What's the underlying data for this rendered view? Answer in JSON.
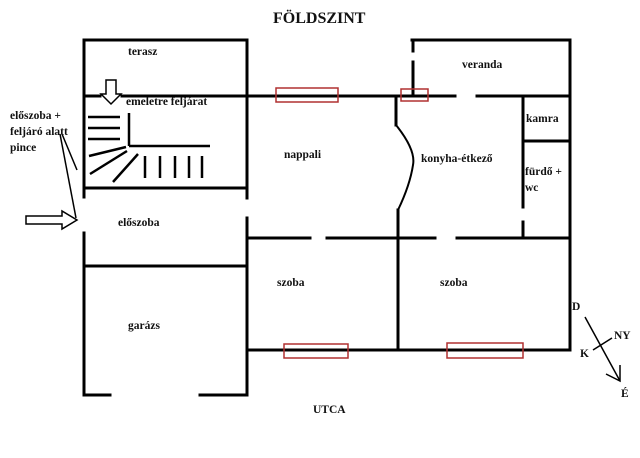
{
  "title": "FÖLDSZINT",
  "street": "UTCA",
  "rooms": {
    "terrace": "terasz",
    "stairs": "emeletre feljárat",
    "living": "nappali",
    "kitchen": "konyha-étkező",
    "veranda": "veranda",
    "pantry": "kamra",
    "bath_line1": "fürdő +",
    "bath_line2": "wc",
    "hall": "előszoba",
    "garage": "garázs",
    "room1": "szoba",
    "room2": "szoba"
  },
  "side_note": [
    "előszoba +",
    "feljáró alatt",
    "pince"
  ],
  "compass": {
    "n": "É",
    "s": "D",
    "e": "K",
    "w": "NY"
  },
  "colors": {
    "wall": "#000000",
    "window": "#b03030"
  }
}
